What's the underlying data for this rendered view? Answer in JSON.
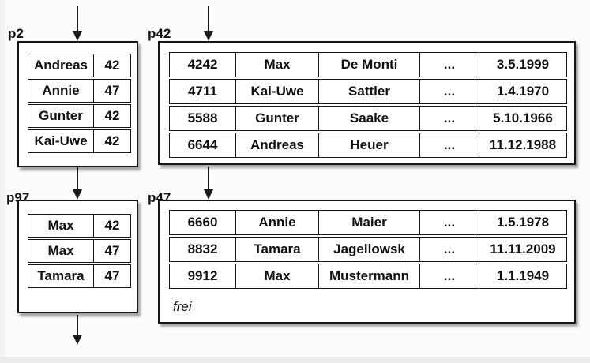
{
  "diagram": {
    "description": "index and data pages of a database file",
    "pages": {
      "p2": {
        "label": "p2",
        "type": "index-page",
        "rows": [
          [
            "Andreas",
            "42"
          ],
          [
            "Annie",
            "47"
          ],
          [
            "Gunter",
            "42"
          ],
          [
            "Kai-Uwe",
            "42"
          ]
        ]
      },
      "p42": {
        "label": "p42",
        "type": "data-page",
        "rows": [
          [
            "4242",
            "Max",
            "De Monti",
            "...",
            "3.5.1999"
          ],
          [
            "4711",
            "Kai-Uwe",
            "Sattler",
            "...",
            "1.4.1970"
          ],
          [
            "5588",
            "Gunter",
            "Saake",
            "...",
            "5.10.1966"
          ],
          [
            "6644",
            "Andreas",
            "Heuer",
            "...",
            "11.12.1988"
          ]
        ]
      },
      "p97": {
        "label": "p97",
        "type": "index-page",
        "rows": [
          [
            "Max",
            "42"
          ],
          [
            "Max",
            "47"
          ],
          [
            "Tamara",
            "47"
          ]
        ]
      },
      "p47": {
        "label": "p47",
        "type": "data-page",
        "rows": [
          [
            "6660",
            "Annie",
            "Maier",
            "...",
            "1.5.1978"
          ],
          [
            "8832",
            "Tamara",
            "Jagellowsk",
            "...",
            "11.11.2009"
          ],
          [
            "9912",
            "Max",
            "Mustermann",
            "...",
            "1.1.1949"
          ]
        ],
        "footer": "frei"
      }
    },
    "arrows": [
      {
        "from": "outside-top",
        "to": "p2"
      },
      {
        "from": "outside-top",
        "to": "p42"
      },
      {
        "from": "p2",
        "to": "p97"
      },
      {
        "from": "p42",
        "to": "p47"
      },
      {
        "from": "p97",
        "to": "outside-bottom"
      }
    ]
  },
  "colors": {
    "line": "#1a1a1a",
    "box_background": "#ffffff",
    "canvas_background": "#fcfcfc",
    "bottom_strip": "#ececec"
  }
}
